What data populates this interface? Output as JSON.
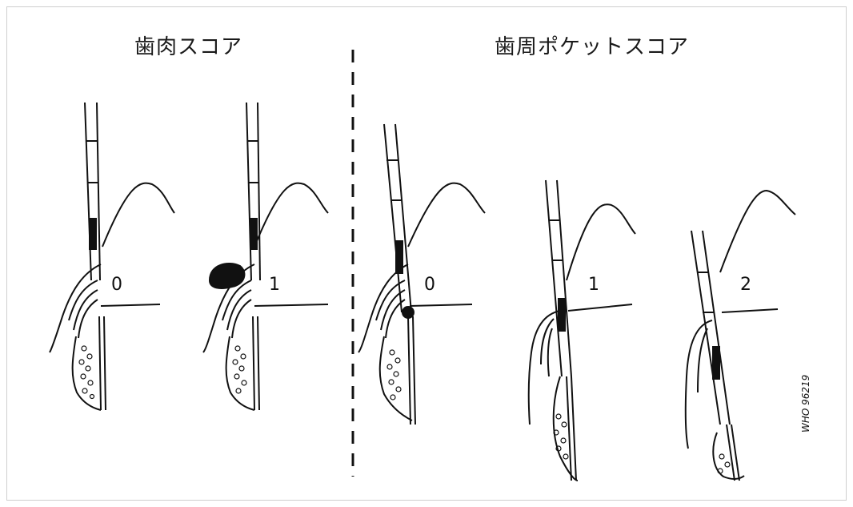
{
  "titles": {
    "gingival": "歯肉スコア",
    "pocket": "歯周ポケットスコア"
  },
  "gingival_panels": [
    {
      "score": "0"
    },
    {
      "score": "1"
    }
  ],
  "pocket_panels": [
    {
      "score": "0"
    },
    {
      "score": "1"
    },
    {
      "score": "2"
    }
  ],
  "figure_code": "WHO 96219",
  "colors": {
    "ink": "#111111",
    "background": "#ffffff",
    "border": "#cfcfcf"
  }
}
